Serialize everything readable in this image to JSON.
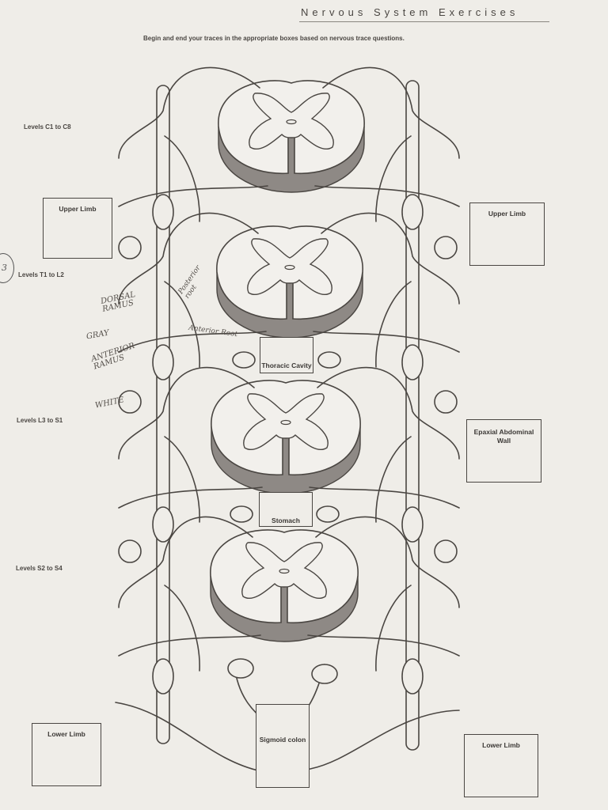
{
  "header": {
    "title": "Nervous System Exercises"
  },
  "instructions": "Begin and end your traces in the appropriate boxes based on nervous trace questions.",
  "levels": [
    {
      "label": "Levels C1 to C8"
    },
    {
      "label": "Levels T1 to L2"
    },
    {
      "label": "Levels L3 to S1"
    },
    {
      "label": "Levels S2 to S4"
    }
  ],
  "boxes": {
    "upper_limb_left": "Upper Limb",
    "upper_limb_right": "Upper Limb",
    "epaxial": "Epaxial Abdominal Wall",
    "lower_limb_left": "Lower Limb",
    "lower_limb_right": "Lower Limb",
    "thoracic": "Thoracic Cavity",
    "stomach": "Stomach",
    "sigmoid": "Sigmoid colon"
  },
  "handwritten": {
    "question_number": "3",
    "dorsal_ramus": "DORSAL RAMUS",
    "gray": "GRAY",
    "anterior_ramus": "ANTERIOR RAMUS",
    "white": "WHITE",
    "posterior_root": "Posterior root",
    "anterior_root": "Anterior Root"
  },
  "colors": {
    "paper": "#efede8",
    "line": "#4a4642",
    "cord_side": "#8e8985",
    "white_matter": "#f2f0ec"
  }
}
